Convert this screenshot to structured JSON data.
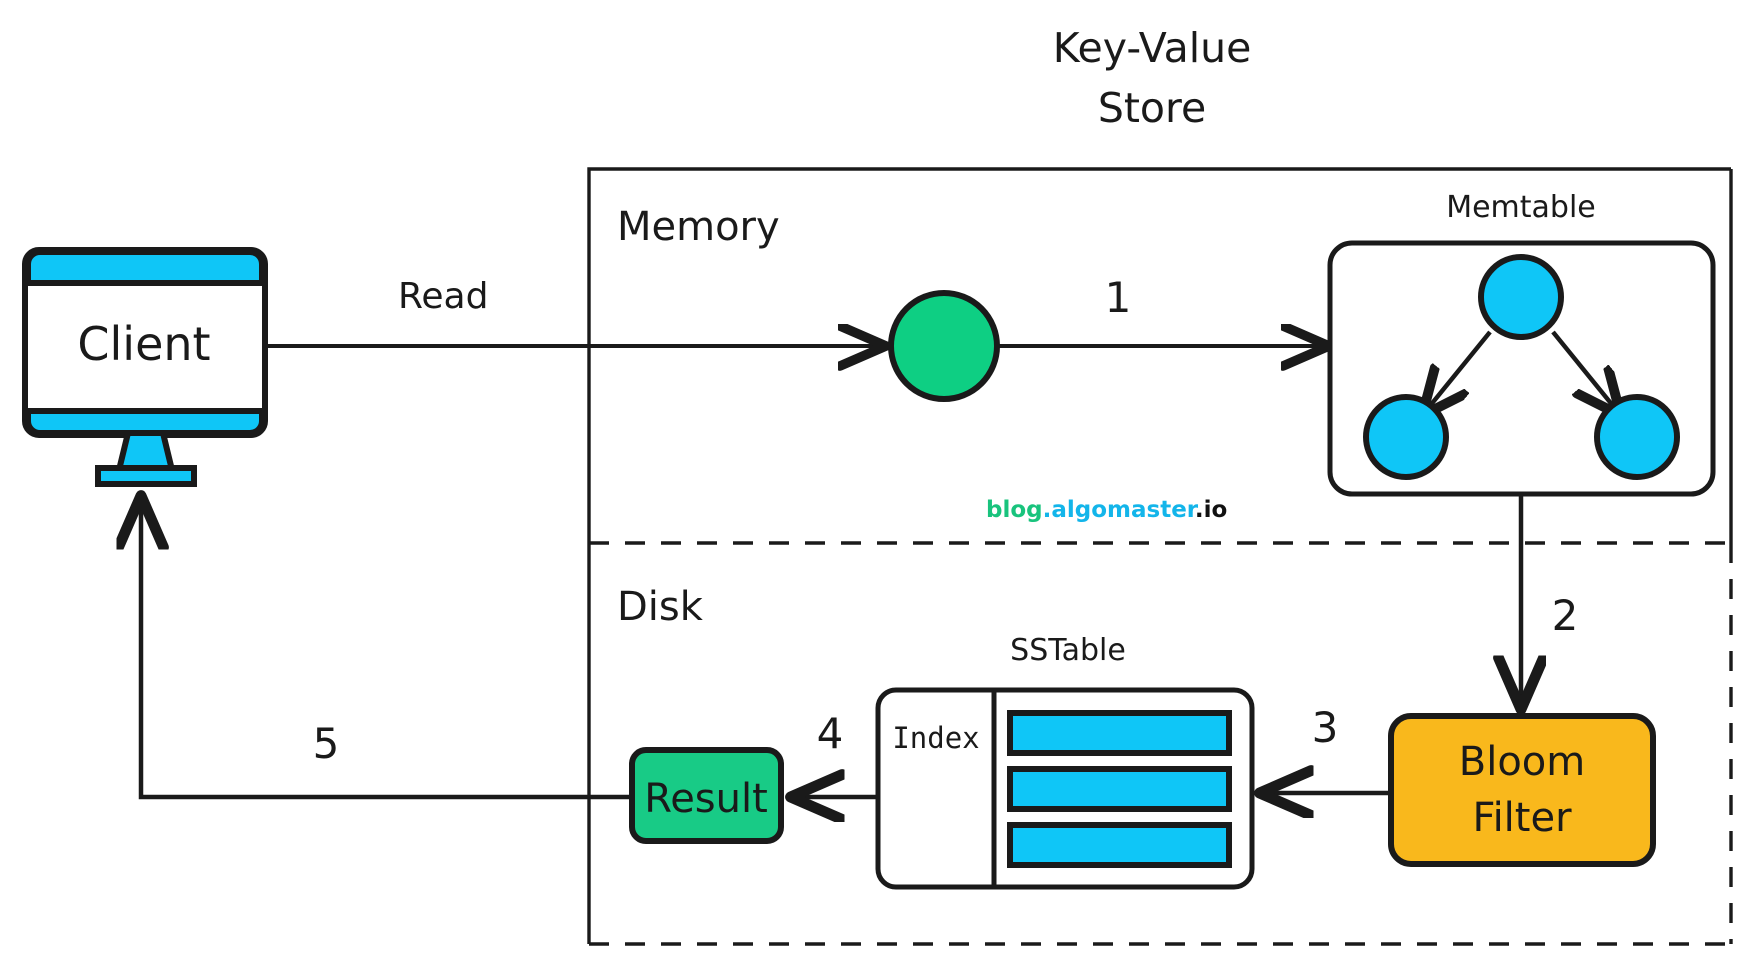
{
  "diagram": {
    "title": "Key-Value Store",
    "title_line1": "Key-Value",
    "title_line2": "Store",
    "watermark": {
      "part1": "blog",
      "part2": ".algomaster",
      "part3": ".io",
      "color1": "#19C37D",
      "color2": "#13B5EA",
      "color3": "#111111"
    },
    "colors": {
      "cyan": "#0FC6F7",
      "green_node": "#0ECF83",
      "green_result": "#18CB86",
      "amber": "#F9B81C",
      "stroke": "#1a1a1a",
      "background": "#ffffff"
    },
    "regions": [
      {
        "name": "memory",
        "label": "Memory",
        "border": "solid"
      },
      {
        "name": "disk",
        "label": "Disk",
        "border": "dashed"
      }
    ],
    "nodes": {
      "client": {
        "label": "Client",
        "type": "monitor"
      },
      "router": {
        "label": "",
        "type": "circle",
        "color": "#0ECF83"
      },
      "memtable": {
        "label": "Memtable",
        "type": "tree",
        "node_count": 3
      },
      "sstable": {
        "label": "SSTable",
        "index_label": "Index",
        "bar_count": 3
      },
      "bloom_filter": {
        "line1": "Bloom",
        "line2": "Filter"
      },
      "result": {
        "label": "Result"
      }
    },
    "edges": [
      {
        "name": "client-to-router",
        "label": "Read"
      },
      {
        "name": "router-to-memtable",
        "label": "1"
      },
      {
        "name": "memtable-to-bloom",
        "label": "2"
      },
      {
        "name": "bloom-to-sstable",
        "label": "3"
      },
      {
        "name": "sstable-to-result",
        "label": "4"
      },
      {
        "name": "result-to-client",
        "label": "5"
      }
    ]
  }
}
